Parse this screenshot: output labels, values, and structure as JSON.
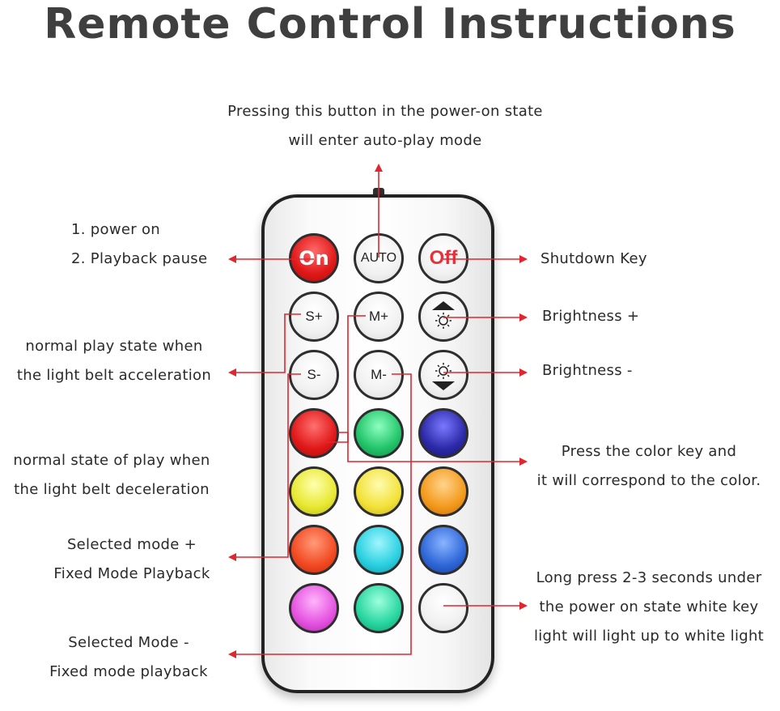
{
  "title": "Remote Control Instructions",
  "annotations": {
    "auto": [
      "Pressing this button in the power-on state",
      "will enter auto-play mode"
    ],
    "on": [
      "1. power on",
      "2. Playback pause"
    ],
    "off": "Shutdown Key",
    "bright_up": "Brightness +",
    "bright_down": "Brightness -",
    "speed_up": [
      "normal play state when",
      "the light belt acceleration"
    ],
    "speed_down": [
      "normal state of play when",
      "the light belt deceleration"
    ],
    "color": [
      "Press the color key and",
      "it will correspond to the color."
    ],
    "mode_up": [
      "Selected mode +",
      "Fixed Mode Playback"
    ],
    "white": [
      "Long press 2-3 seconds under",
      "the power on state white key",
      "light will light up to white light"
    ],
    "mode_down": [
      "Selected Mode -",
      "Fixed mode playback"
    ]
  },
  "remote": {
    "buttons": {
      "on": "On",
      "auto": "AUTO",
      "off": "Off",
      "s_plus": "S+",
      "m_plus": "M+",
      "s_minus": "S-",
      "m_minus": "M-"
    },
    "icons": {
      "bright_up": "sun-up-icon",
      "bright_down": "sun-down-icon"
    },
    "colors": {
      "arrow": "#e0262e",
      "row1": [
        "#e01818",
        "#22c46a",
        "#2c2aa8"
      ],
      "row2": [
        "#e8e832",
        "#f2e23a",
        "#f39a1c"
      ],
      "row3": [
        "#f24a22",
        "#2ad0e0",
        "#2f67d8"
      ],
      "row4": [
        "#e453e0",
        "#28d6a0",
        "#ffffff"
      ]
    }
  }
}
